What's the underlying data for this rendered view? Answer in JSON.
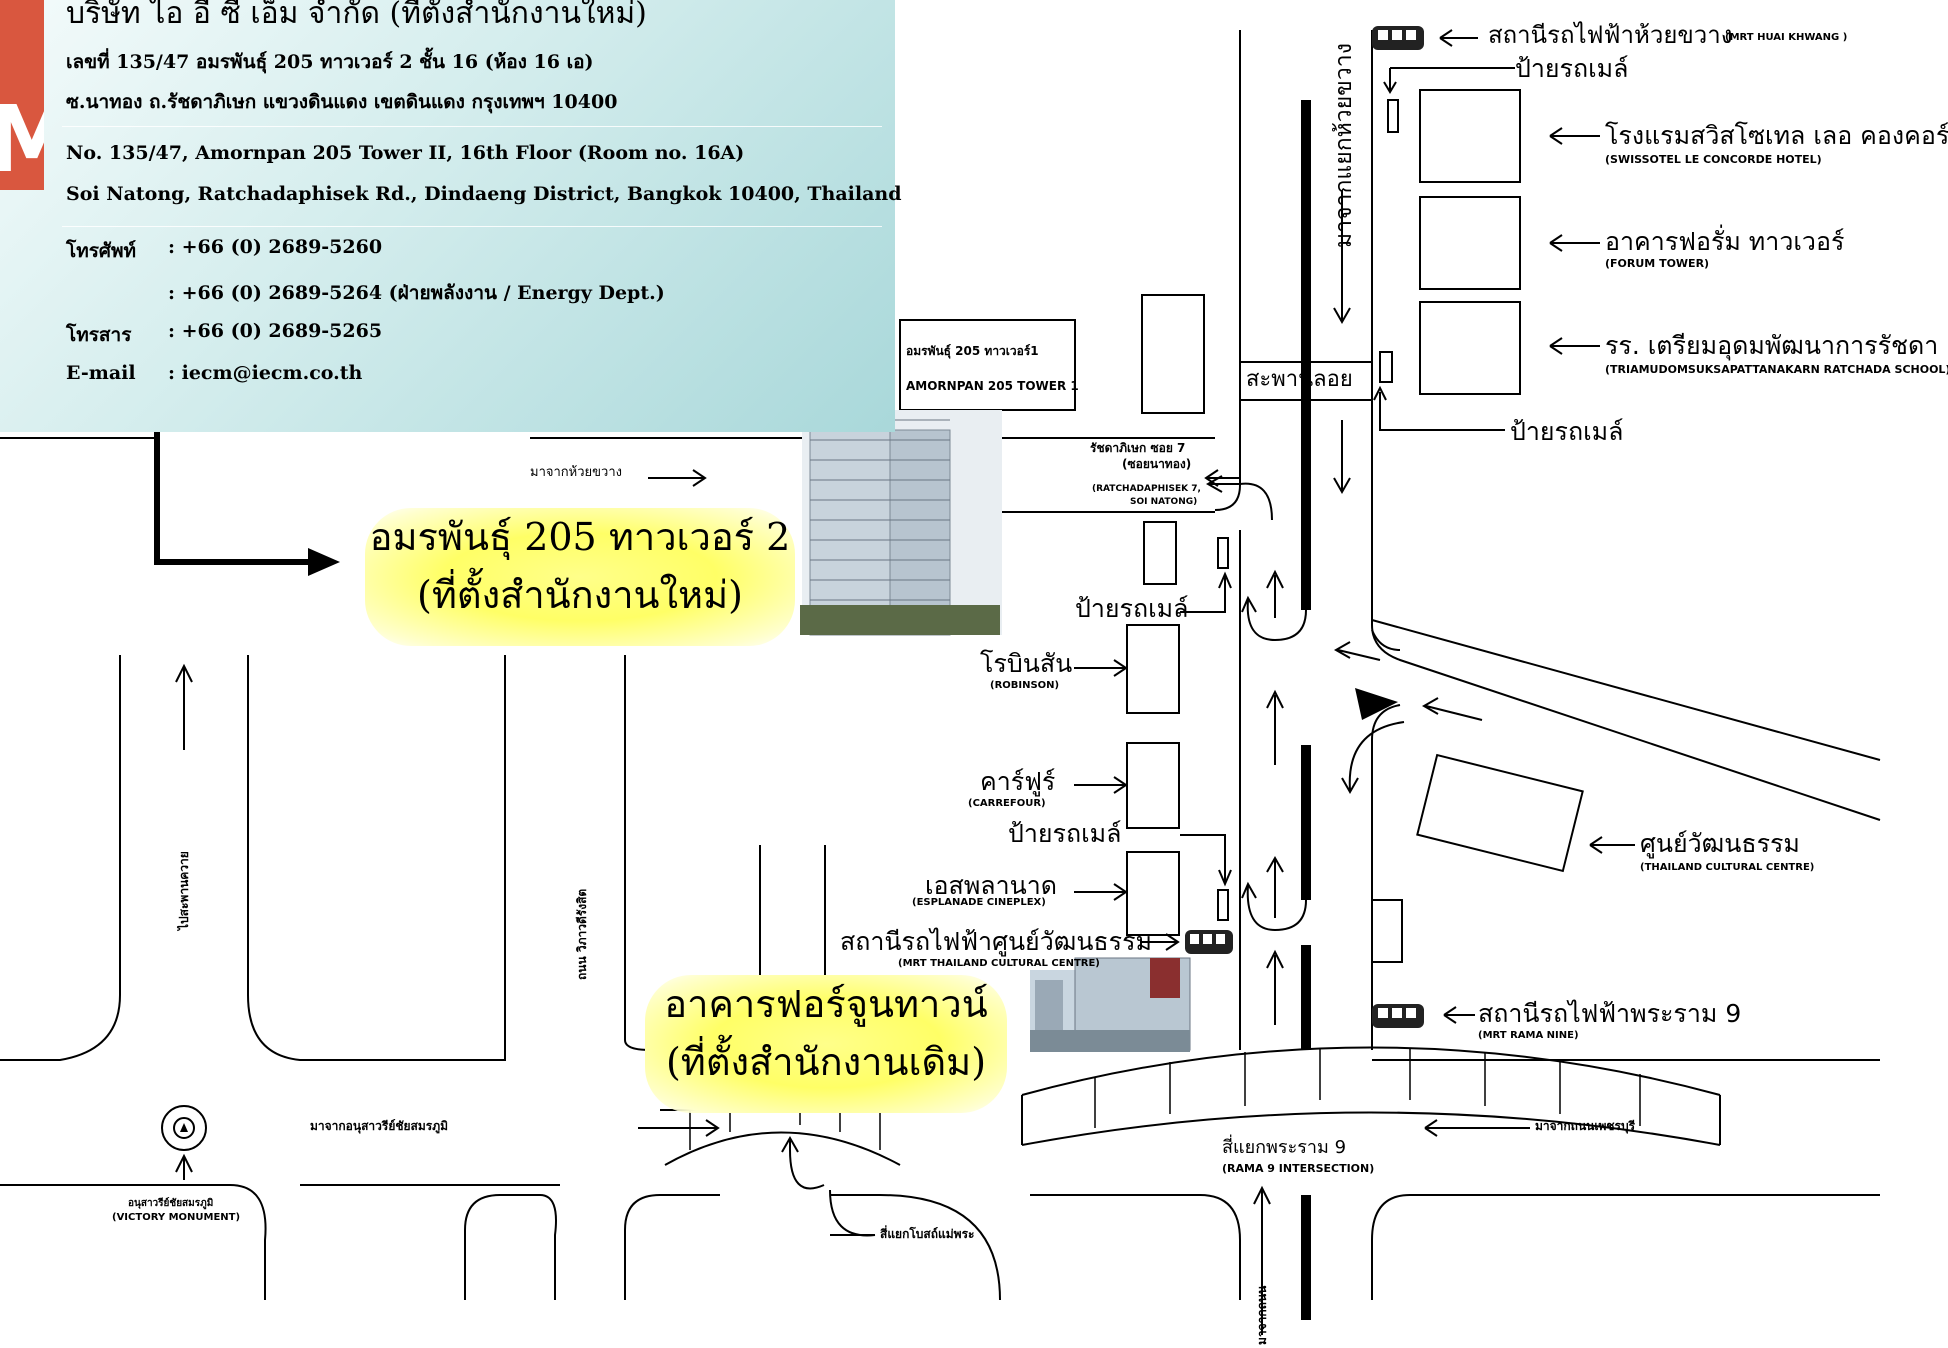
{
  "company": {
    "name_th": "บริษัท ไอ อี ซี เอ็ม จำกัด (ที่ตั้งสำนักงานใหม่)",
    "addr_th_1": "เลขที่ 135/47 อมรพันธุ์ 205 ทาวเวอร์ 2 ชั้น 16 (ห้อง 16 เอ)",
    "addr_th_2": "ซ.นาทอง ถ.รัชดาภิเษก แขวงดินแดง เขตดินแดง กรุงเทพฯ 10400",
    "addr_en_1": "No. 135/47, Amornpan 205 Tower II, 16th Floor (Room no. 16A)",
    "addr_en_2": "Soi Natong, Ratchadaphisek Rd., Dindaeng District, Bangkok 10400, Thailand",
    "tel_label": "โทรศัพท์",
    "tel_1": ": +66 (0) 2689-5260",
    "tel_2": ": +66 (0) 2689-5264 (ฝ่ายพลังงาน / Energy Dept.)",
    "fax_label": "โทรสาร",
    "fax": ": +66 (0) 2689-5265",
    "email_label": "E-mail",
    "email": ": iecm@iecm.co.th"
  },
  "map": {
    "mrt_huai_khwang_th": "สถานีรถไฟฟ้าห้วยขวาง",
    "mrt_huai_khwang_en": "(MRT HUAI KHWANG )",
    "bus_stop_1": "ป้ายรถเมล์",
    "from_huai_khwang_vertical": "มาจากแยกห้วยขวาง",
    "swissotel_th": "โรงแรมสวิสโซเทล เลอ คองคอร์ด",
    "swissotel_en": "(SWISSOTEL LE CONCORDE HOTEL)",
    "forum_th": "อาคารฟอรั่ม ทาวเวอร์",
    "forum_en": "(FORUM TOWER)",
    "school_th": "รร. เตรียมอุดมพัฒนาการรัชดา",
    "school_en": "(TRIAMUDOMSUKSAPATTANAKARN RATCHADA SCHOOL)",
    "bus_stop_2": "ป้ายรถเมล์",
    "tower1_th": "อมรพันธุ์ 205 ทาวเวอร์1",
    "tower1_en": "AMORNPAN 205 TOWER 1",
    "bridge": "สะพานลอย",
    "soi7_th": "รัชดาภิเษก ซอย 7",
    "soi7_th2": "(ซอยนาทอง)",
    "soi7_en": "(RATCHADAPHISEK 7,",
    "soi7_en2": "SOI NATONG)",
    "from_huai_khwang_horizontal": "มาจากห้วยขวาง",
    "bus_stop_3": "ป้ายรถเมล์",
    "robinson_th": "โรบินสัน",
    "robinson_en": "(ROBINSON)",
    "carrefour_th": "คาร์ฟูร์",
    "carrefour_en": "(CARREFOUR)",
    "bus_stop_4": "ป้ายรถเมล์",
    "esplanade_th": "เอสพลานาด",
    "esplanade_en": "(ESPLANADE CINEPLEX)",
    "mrt_tcc_th": "สถานีรถไฟฟ้าศูนย์วัฒนธรรม",
    "mrt_tcc_en": "(MRT THAILAND CULTURAL CENTRE)",
    "cultural_th": "ศูนย์วัฒนธรรม",
    "cultural_en": "(THAILAND CULTURAL CENTRE)",
    "mrt_rama9_th": "สถานีรถไฟฟ้าพระราม 9",
    "mrt_rama9_en": "(MRT RAMA NINE)",
    "rama9_int_th": "สี่แยกพระราม 9",
    "rama9_int_en": "(RAMA 9 INTERSECTION)",
    "from_petchaburi": "มาจากถนนเพชรบุรี",
    "from_victory": "มาจากอนุสาวรีย์ชัยสมรภูมิ",
    "victory_th": "อนุสาวรีย์ชัยสมรภูมิ",
    "victory_en": "(VICTORY MONUMENT)",
    "from_din_daeng": "สี่แยกโบสถ์แม่พระ",
    "road_vibhavadi": "ถนน วิภาวดีรังสิต",
    "road_left_vertical": "ไปสะพานควาย",
    "road_bottom_vertical": "มาจากถนน",
    "new_office_line1": "อมรพันธุ์ 205 ทาวเวอร์ 2",
    "new_office_line2": "(ที่ตั้งสำนักงานใหม่)",
    "old_office_line1": "อาคารฟอร์จูนทาวน์",
    "old_office_line2": "(ที่ตั้งสำนักงานเดิม)"
  },
  "colors": {
    "bubble": "#ffff66",
    "logo": "#d9573f",
    "panel": "#bfe3e4"
  }
}
